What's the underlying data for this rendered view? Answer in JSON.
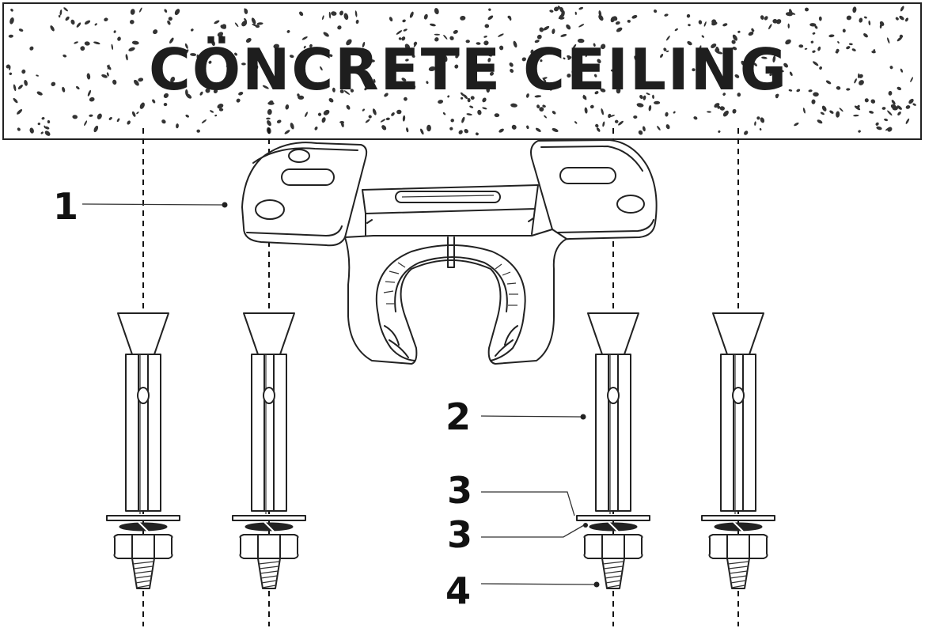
{
  "ceiling": {
    "label": "CÖNCRETE  CEILING"
  },
  "callouts": [
    {
      "id": "bracket",
      "number": "1"
    },
    {
      "id": "anchor",
      "number": "2"
    },
    {
      "id": "washer-upper",
      "number": "3"
    },
    {
      "id": "washer-lower",
      "number": "3"
    },
    {
      "id": "nut",
      "number": "4"
    }
  ],
  "colors": {
    "ink": "#222222",
    "background": "#ffffff",
    "concrete": "#ffffff"
  }
}
